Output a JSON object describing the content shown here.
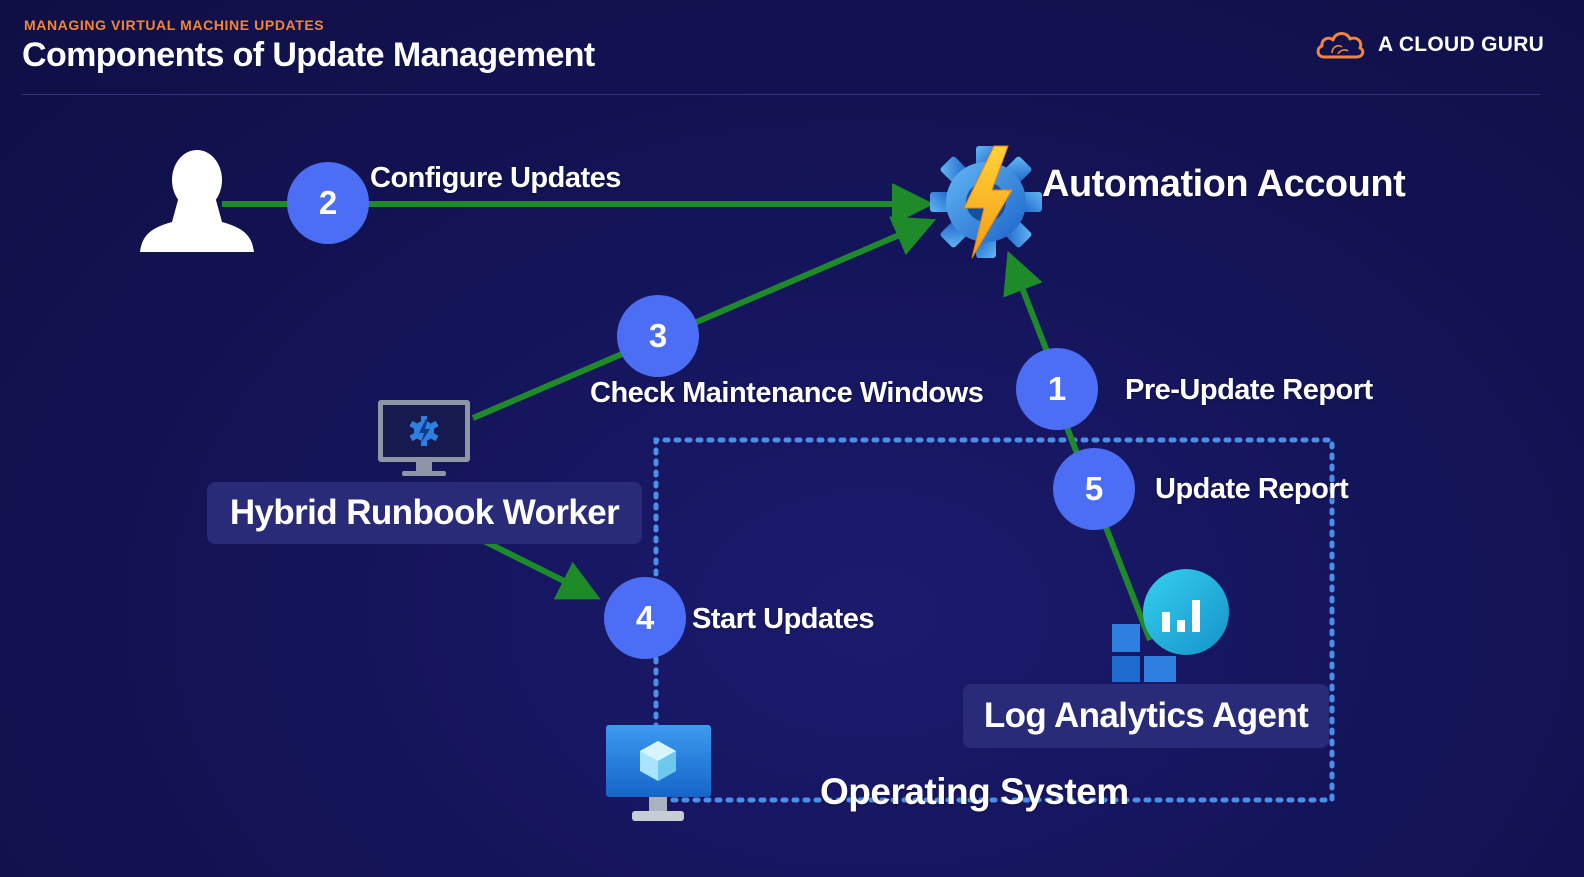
{
  "header": {
    "kicker": "MANAGING VIRTUAL MACHINE UPDATES",
    "title": "Components of Update Management"
  },
  "brand": {
    "name": "A CLOUD GURU",
    "logo_icon": "cloud-logo-icon",
    "logo_color": "#f2853a"
  },
  "diagram": {
    "nodes": {
      "user": {
        "icon": "user-icon"
      },
      "automation_account": {
        "label": "Automation Account",
        "icon": "automation-gear-bolt-icon"
      },
      "hybrid_worker": {
        "label": "Hybrid Runbook Worker",
        "icon": "monitor-gear-icon"
      },
      "log_analytics": {
        "label": "Log Analytics Agent",
        "icon": "log-analytics-icon"
      },
      "operating_system": {
        "label": "Operating System",
        "icon": "vm-monitor-icon"
      }
    },
    "steps": [
      {
        "number": "1",
        "label": "Pre-Update Report"
      },
      {
        "number": "2",
        "label": "Configure Updates"
      },
      {
        "number": "3",
        "label": "Check Maintenance Windows"
      },
      {
        "number": "4",
        "label": "Start Updates"
      },
      {
        "number": "5",
        "label": "Update Report"
      }
    ],
    "colors": {
      "arrow": "#1f8a2a",
      "badge": "#4c6ef5",
      "boundary": "#4a90e8",
      "label_box": "#2a2b78"
    }
  }
}
